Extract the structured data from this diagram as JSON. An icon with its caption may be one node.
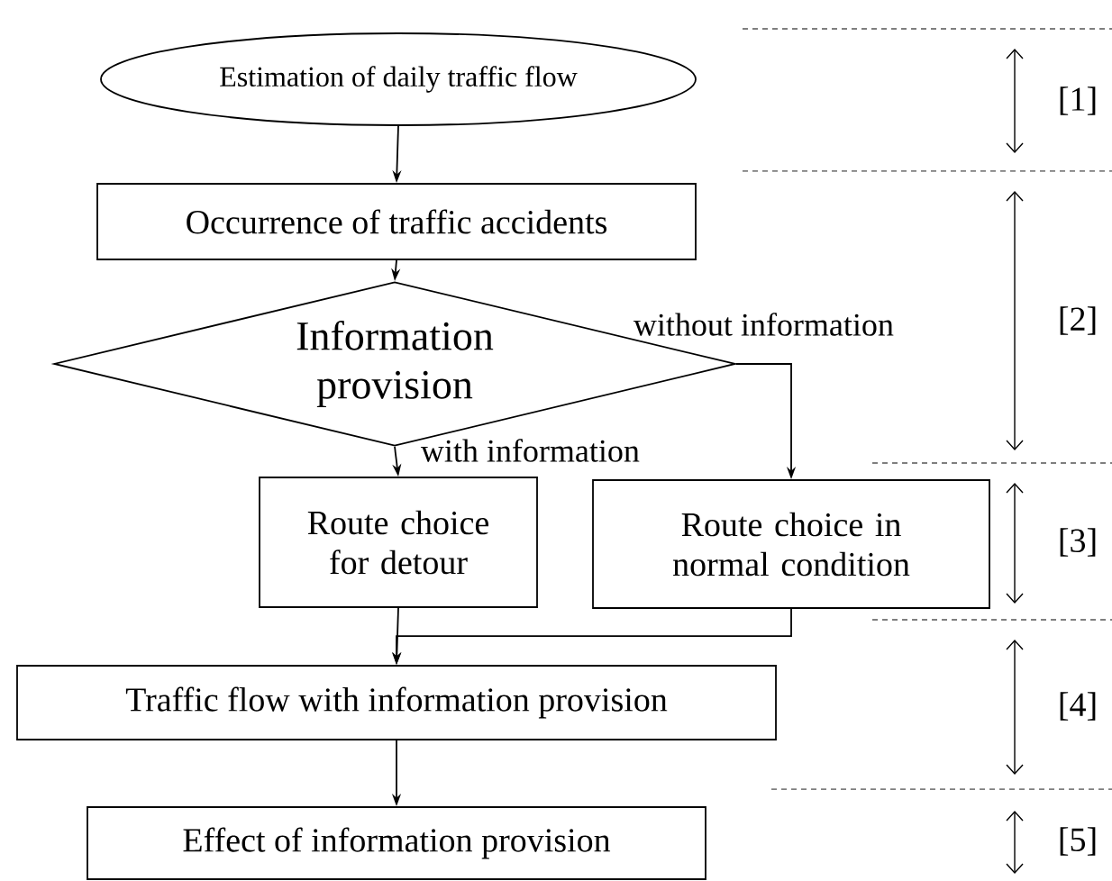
{
  "diagram": {
    "nodes": [
      {
        "text": [
          "Estimation of daily traffic flow"
        ]
      },
      {
        "text": [
          "Occurrence of traffic accidents"
        ]
      },
      {
        "text": [
          "Information provision"
        ]
      },
      {
        "text": [
          "Route choice for detour"
        ]
      },
      {
        "text": [
          "Route choice in normal condition"
        ]
      },
      {
        "text": [
          "Traffic flow with information provision"
        ]
      },
      {
        "text": [
          "Effect of information provision"
        ]
      }
    ],
    "edges": [
      {
        "from": 0,
        "to": 1,
        "arrow": "to"
      },
      {
        "from": 1,
        "to": 2,
        "arrow": "to"
      },
      {
        "from": 2,
        "to": 3,
        "arrow": "to",
        "label": "with information"
      },
      {
        "from": 2,
        "to": 4,
        "arrow": "to",
        "label": "without information"
      },
      {
        "from": 3,
        "to": 5,
        "arrow": "to"
      },
      {
        "from": 4,
        "to": 5,
        "arrow": "to"
      },
      {
        "from": 5,
        "to": 6,
        "arrow": "to"
      }
    ],
    "labels": [
      "[1]",
      "[2]",
      "[3]",
      "[4]",
      "[5]"
    ]
  }
}
